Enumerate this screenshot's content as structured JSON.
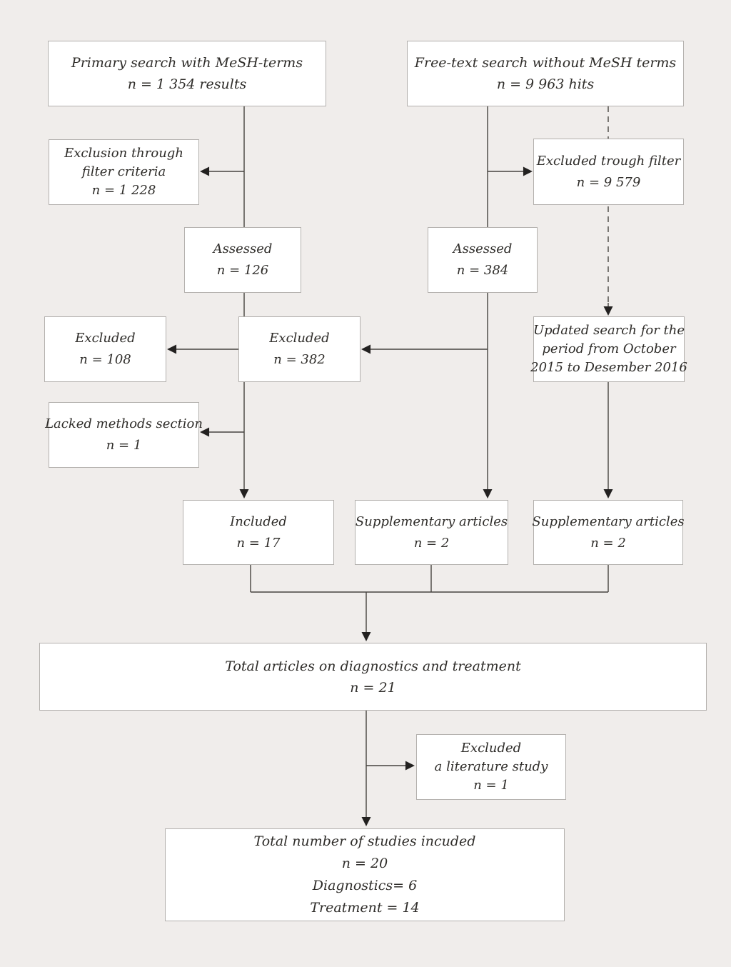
{
  "diagram": {
    "kind": "flowchart",
    "description": "Study selection flow diagram (PRISMA-style) for a literature search"
  },
  "styles": {
    "background": "#f0edeb",
    "box_fill": "#ffffff",
    "box_border": "#b3b0ad",
    "line": "#46433f",
    "arrow": "#232120",
    "text": "#2f2d2a"
  },
  "nodes": {
    "primary_search": {
      "lines": [
        "Primary search with MeSH-terms",
        "n = 1 354 results"
      ]
    },
    "freetext_search": {
      "lines": [
        "Free-text search without MeSH terms",
        "n = 9 963 hits"
      ]
    },
    "exclusion_filter": {
      "lines": [
        "Exclusion through",
        "filter criteria",
        "n = 1 228"
      ]
    },
    "excluded_filter": {
      "lines": [
        "Excluded trough filter",
        "n = 9 579"
      ]
    },
    "assessed_mesh": {
      "lines": [
        "Assessed",
        "n = 126"
      ]
    },
    "assessed_freetext": {
      "lines": [
        "Assessed",
        "n = 384"
      ]
    },
    "excluded_mesh": {
      "lines": [
        "Excluded",
        "n = 108"
      ]
    },
    "excluded_freetext": {
      "lines": [
        "Excluded",
        "n = 382"
      ]
    },
    "updated_search": {
      "lines": [
        "Updated search for the",
        "period from October",
        "2015 to Desember 2016"
      ]
    },
    "lacked_methods": {
      "lines": [
        "Lacked methods section",
        "n = 1"
      ]
    },
    "included": {
      "lines": [
        "Included",
        "n = 17"
      ]
    },
    "supplementary_freetext": {
      "lines": [
        "Supplementary articles",
        "n = 2"
      ]
    },
    "supplementary_updated": {
      "lines": [
        "Supplementary articles",
        "n = 2"
      ]
    },
    "total_articles": {
      "lines": [
        "Total articles on diagnostics and treatment",
        "n = 21"
      ]
    },
    "excluded_literature": {
      "lines": [
        "Excluded",
        "a literature study",
        "n = 1"
      ]
    },
    "total_included": {
      "lines": [
        "Total number of studies incuded",
        "n = 20",
        "Diagnostics= 6",
        "Treatment = 14"
      ]
    }
  }
}
